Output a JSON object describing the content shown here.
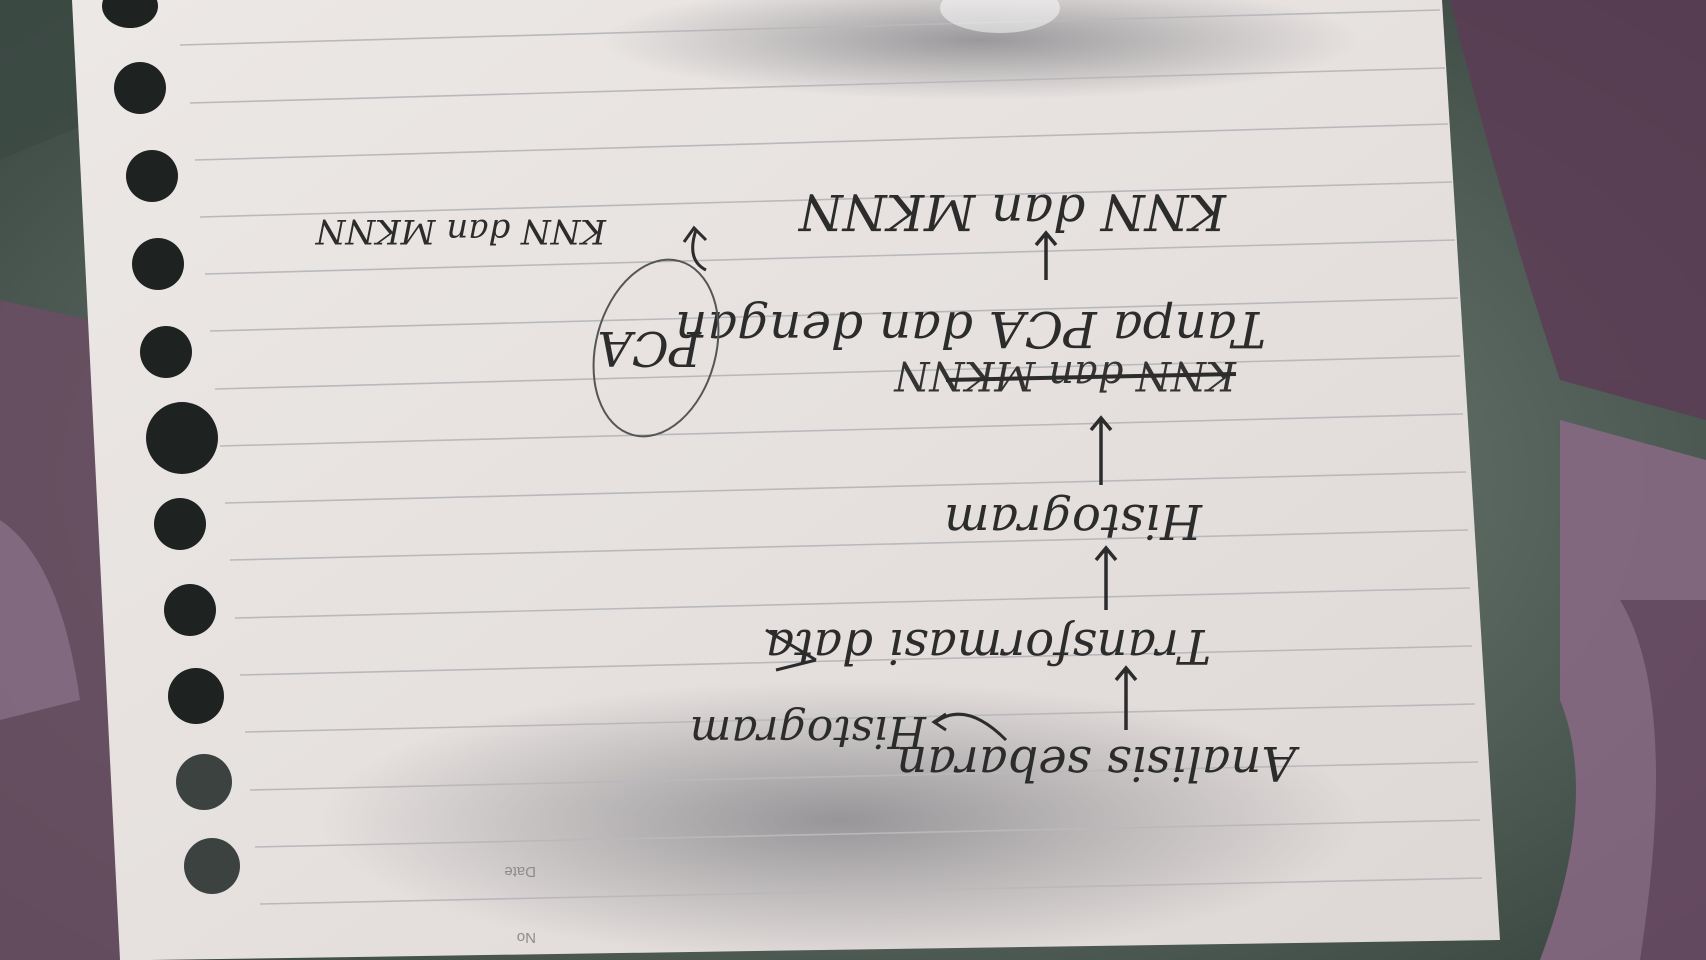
{
  "photo": {
    "subject": "notebook-page",
    "orientation": "upside-down"
  },
  "header": {
    "no_label": "No",
    "date_label": "Date"
  },
  "notes": {
    "line1": "Analisis sebaran",
    "line1_branch": "Histogram",
    "line2": "Transformasi data",
    "line3": "Histogram",
    "line4_struck": "KNN dan MKNN",
    "line5": "Tanpa PCA dan dengan",
    "line5_circled": "PCA",
    "branch_label": "KNN dan MKNN",
    "line6": "KNN dan MKNN"
  },
  "colors": {
    "paper": "#e9e4e1",
    "ink": "#2c2c2c",
    "rule": "#b9b9bd",
    "hole": "#1e2221",
    "background": "#4a5a52",
    "fabric_purple": "#7b5a7c"
  }
}
